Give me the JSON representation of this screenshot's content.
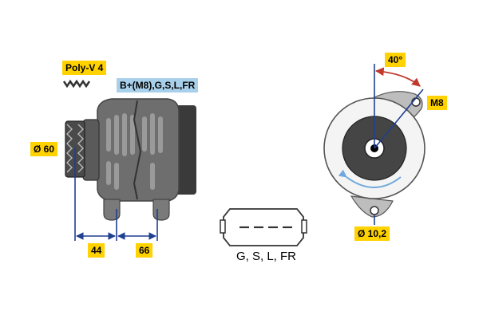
{
  "labels": {
    "pulley": "Poly-V 4",
    "terminals": "B+(M8),G,S,L,FR",
    "pulley_diameter": "Ø 60",
    "dim_left": "44",
    "dim_right": "66",
    "connector_pins": "G, S, L, FR",
    "angle": "40°",
    "mount_thread": "M8",
    "hole_diameter": "Ø 10,2"
  },
  "colors": {
    "label_yellow": "#ffd200",
    "label_blue": "#a9d0ea",
    "dimension_line": "#1f3f8f",
    "angle_arc": "#c0392b",
    "rotation_arrow": "#6fa8dc",
    "housing_gray": "#6e6e6e"
  },
  "icons": {
    "pulley_symbol": "poly-v-belt-icon",
    "rotation": "clockwise-rotation-arrow-icon"
  }
}
